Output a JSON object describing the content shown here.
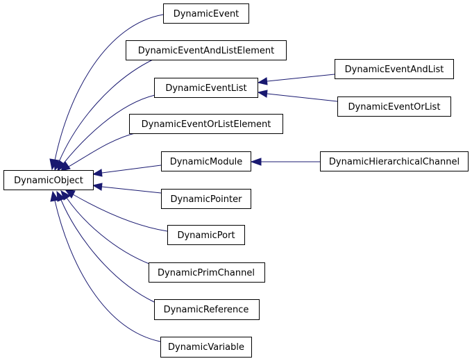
{
  "diagram": {
    "nodes": {
      "dynamic_object": "DynamicObject",
      "dynamic_event": "DynamicEvent",
      "dynamic_event_and_list_element": "DynamicEventAndListElement",
      "dynamic_event_list": "DynamicEventList",
      "dynamic_event_or_list_element": "DynamicEventOrListElement",
      "dynamic_module": "DynamicModule",
      "dynamic_pointer": "DynamicPointer",
      "dynamic_port": "DynamicPort",
      "dynamic_prim_channel": "DynamicPrimChannel",
      "dynamic_reference": "DynamicReference",
      "dynamic_variable": "DynamicVariable",
      "dynamic_event_and_list": "DynamicEventAndList",
      "dynamic_event_or_list": "DynamicEventOrList",
      "dynamic_hierarchical_channel": "DynamicHierarchicalChannel"
    },
    "edges": [
      {
        "from": "dynamic_event",
        "to": "dynamic_object"
      },
      {
        "from": "dynamic_event_and_list_element",
        "to": "dynamic_object"
      },
      {
        "from": "dynamic_event_list",
        "to": "dynamic_object"
      },
      {
        "from": "dynamic_event_or_list_element",
        "to": "dynamic_object"
      },
      {
        "from": "dynamic_module",
        "to": "dynamic_object"
      },
      {
        "from": "dynamic_pointer",
        "to": "dynamic_object"
      },
      {
        "from": "dynamic_port",
        "to": "dynamic_object"
      },
      {
        "from": "dynamic_prim_channel",
        "to": "dynamic_object"
      },
      {
        "from": "dynamic_reference",
        "to": "dynamic_object"
      },
      {
        "from": "dynamic_variable",
        "to": "dynamic_object"
      },
      {
        "from": "dynamic_event_and_list",
        "to": "dynamic_event_list"
      },
      {
        "from": "dynamic_event_or_list",
        "to": "dynamic_event_list"
      },
      {
        "from": "dynamic_hierarchical_channel",
        "to": "dynamic_module"
      }
    ],
    "colors": {
      "edge": "#191970",
      "node_border": "#000000",
      "background": "#ffffff"
    }
  }
}
